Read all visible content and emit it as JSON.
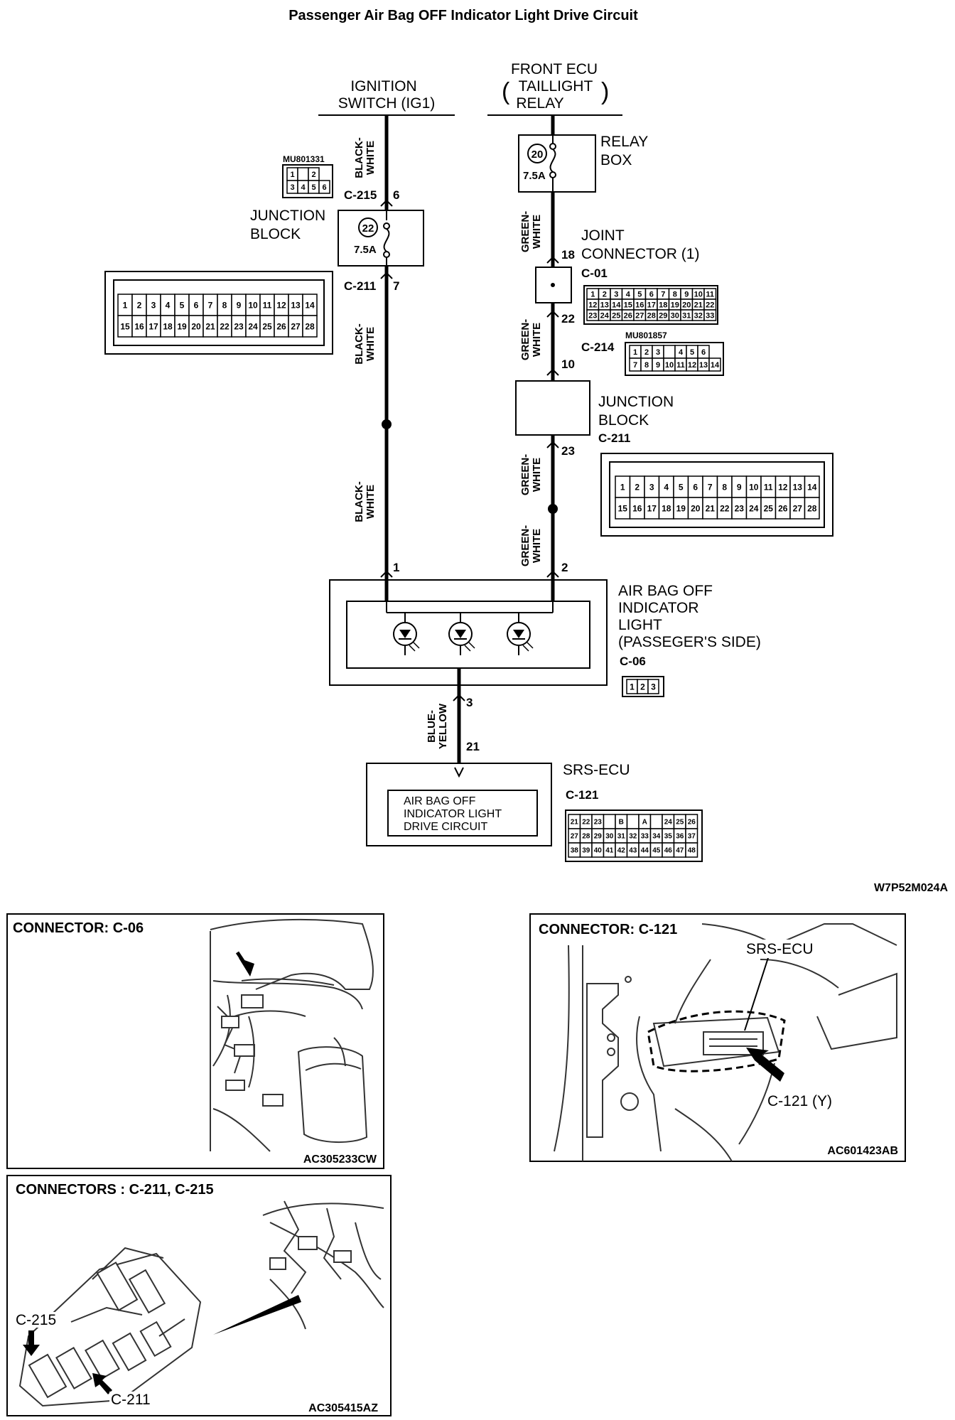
{
  "title": "Passenger Air Bag OFF Indicator Light Drive Circuit",
  "ignition": {
    "line1": "IGNITION",
    "line2": "SWITCH (IG1)"
  },
  "front_ecu": {
    "line1": "FRONT ECU",
    "line2": "TAILLIGHT",
    "line3": "RELAY",
    "paren_open": "(",
    "paren_close": ")"
  },
  "relay_box": {
    "line1": "RELAY",
    "line2": "BOX",
    "fuse_number": "20",
    "fuse_rating": "7.5A"
  },
  "junction_block_left": {
    "line1": "JUNCTION",
    "line2": "BLOCK",
    "fuse_number": "22",
    "fuse_rating": "7.5A"
  },
  "joint_connector": {
    "line1": "JOINT",
    "line2": "CONNECTOR (1)",
    "code": "C-01"
  },
  "junction_block_right": {
    "line1": "JUNCTION",
    "line2": "BLOCK",
    "code": "C-211"
  },
  "connectors": {
    "c215": "C-215",
    "c211_left": "C-211",
    "c214": "C-214",
    "c06": "C-06",
    "c121": "C-121",
    "mu_left": "MU801331",
    "mu_right": "MU801857"
  },
  "pins": {
    "p6": "6",
    "p7": "7",
    "p18": "18",
    "p22": "22",
    "p10": "10",
    "p23": "23",
    "p1": "1",
    "p2": "2",
    "p3": "3",
    "p21": "21"
  },
  "wires": {
    "black": "BLACK-",
    "white": "WHITE",
    "green": "GREEN-",
    "blue": "BLUE-",
    "yellow": "YELLOW"
  },
  "indicator": {
    "line1": "AIR BAG OFF",
    "line2": "INDICATOR",
    "line3": "LIGHT",
    "line4": "(PASSEGER'S SIDE)"
  },
  "srs_ecu": {
    "label": "SRS-ECU",
    "inner1": "AIR BAG OFF",
    "inner2": "INDICATOR LIGHT",
    "inner3": "DRIVE CIRCUIT"
  },
  "diagram_code": "W7P52M024A",
  "c215_grid": {
    "row1": [
      "1",
      "",
      "2"
    ],
    "row2": [
      "3",
      "4",
      "5",
      "6"
    ]
  },
  "c211_grid": {
    "row1": [
      "1",
      "2",
      "3",
      "4",
      "5",
      "6",
      "7",
      "8",
      "9",
      "10",
      "11",
      "12",
      "13",
      "14"
    ],
    "row2": [
      "15",
      "16",
      "17",
      "18",
      "19",
      "20",
      "21",
      "22",
      "23",
      "24",
      "25",
      "26",
      "27",
      "28"
    ]
  },
  "c01_grid": {
    "row1": [
      "1",
      "2",
      "3",
      "4",
      "5",
      "6",
      "7",
      "8",
      "9",
      "10",
      "11"
    ],
    "row2": [
      "12",
      "13",
      "14",
      "15",
      "16",
      "17",
      "18",
      "19",
      "20",
      "21",
      "22"
    ],
    "row3": [
      "23",
      "24",
      "25",
      "26",
      "27",
      "28",
      "29",
      "30",
      "31",
      "32",
      "33"
    ]
  },
  "c214_grid": {
    "row1": [
      "1",
      "2",
      "3",
      "",
      "4",
      "5",
      "6"
    ],
    "row2": [
      "7",
      "8",
      "9",
      "10",
      "11",
      "12",
      "13",
      "14"
    ]
  },
  "c06_grid": [
    "1",
    "2",
    "3"
  ],
  "c121_grid": {
    "row1": [
      "21",
      "22",
      "23",
      "",
      "B",
      "",
      "A",
      "",
      "24",
      "25",
      "26"
    ],
    "row2": [
      "27",
      "28",
      "29",
      "30",
      "31",
      "32",
      "33",
      "34",
      "35",
      "36",
      "37"
    ],
    "row3": [
      "38",
      "39",
      "40",
      "41",
      "42",
      "43",
      "44",
      "45",
      "46",
      "47",
      "48"
    ]
  },
  "panel_c06": {
    "title": "CONNECTOR: C-06",
    "code": "AC305233CW"
  },
  "panel_c121": {
    "title": "CONNECTOR: C-121",
    "srs": "SRS-ECU",
    "callout": "C-121 (Y)",
    "code": "AC601423AB"
  },
  "panel_c211": {
    "title": "CONNECTORS : C-211, C-215",
    "label_c215": "C-215",
    "label_c211": "C-211",
    "code": "AC305415AZ"
  }
}
